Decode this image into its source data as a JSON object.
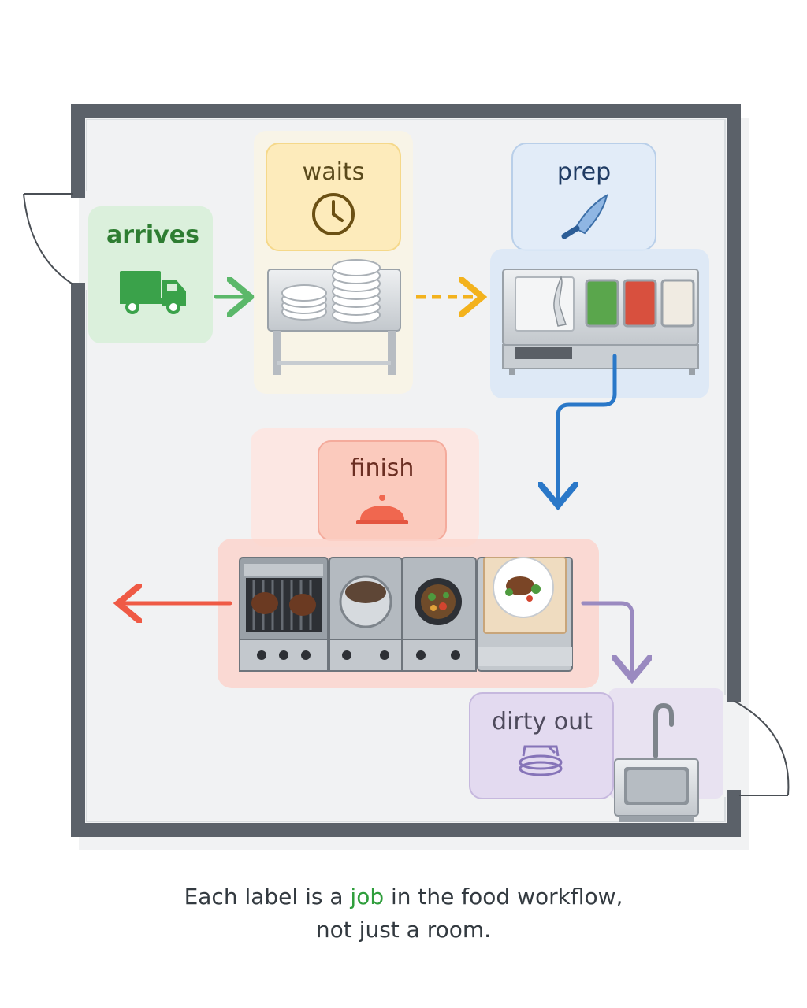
{
  "zones": {
    "arrives": {
      "label": "arrives",
      "color": "#2e7d32",
      "icon": "truck-icon"
    },
    "waits": {
      "label": "waits",
      "color": "#5a4a1c",
      "icon": "clock-icon"
    },
    "prep": {
      "label": "prep",
      "color": "#1f3b63",
      "icon": "knife-icon"
    },
    "finish": {
      "label": "finish",
      "color": "#6b2e22",
      "icon": "cloche-icon"
    },
    "dirty_out": {
      "label": "dirty out",
      "color": "#4e4a5c",
      "icon": "dirty-dishes-icon"
    }
  },
  "caption": {
    "part1": "Each label is a ",
    "highlight": "job",
    "part2": " in the food workflow,",
    "line2": "not just a room."
  },
  "colors": {
    "wall": "#5b6169",
    "green": "#5bb86a",
    "yellow": "#f3b21c",
    "blue": "#2a78c8",
    "red": "#ef5a45",
    "purple": "#9a8ac0",
    "highlight": "#2f9e3c"
  }
}
